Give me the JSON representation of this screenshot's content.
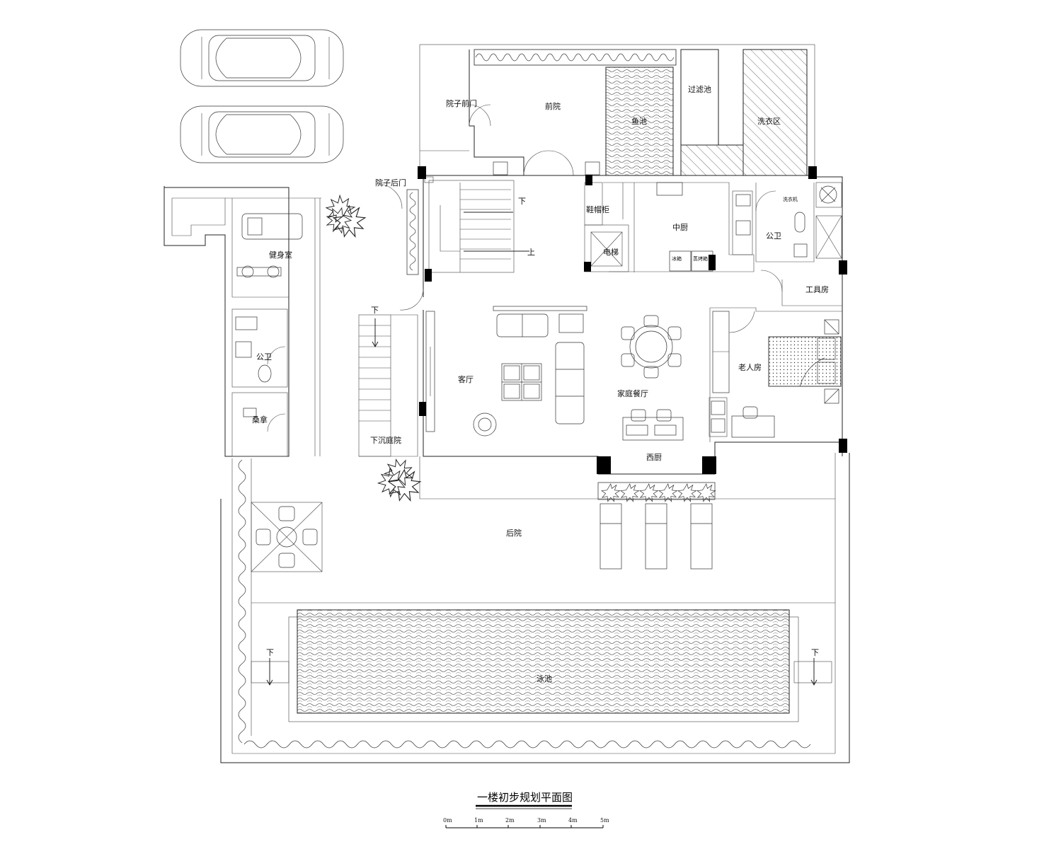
{
  "drawing": {
    "title": "一楼初步规划平面图",
    "scale": {
      "ticks": [
        "0m",
        "1m",
        "2m",
        "3m",
        "4m",
        "5m"
      ]
    }
  },
  "rooms": {
    "front_gate": "院子前门",
    "front_yard": "前院",
    "fish_pond": "鱼池",
    "filter_pond": "过滤池",
    "laundry": "洗衣区",
    "back_gate": "院子后门",
    "stair_down": "下",
    "stair_up": "上",
    "shoe_cabinet": "鞋帽柜",
    "elevator": "电梯",
    "chinese_kitchen": "中厨",
    "public_bath_east": "公卫",
    "tool_room": "工具房",
    "gym": "健身室",
    "public_bath_west": "公卫",
    "sauna": "桑拿",
    "sunken_stair_down": "下",
    "sunken_court": "下沉庭院",
    "living_room": "客厅",
    "family_dining": "家庭餐厅",
    "elder_room": "老人房",
    "western_kitchen": "西厨",
    "back_yard": "后院",
    "pool": "泳池",
    "pool_stair_left": "下",
    "pool_stair_right": "下"
  },
  "small_labels": {
    "washer": "洗衣机",
    "fridge": "冰箱",
    "oven": "蒸烤箱"
  }
}
